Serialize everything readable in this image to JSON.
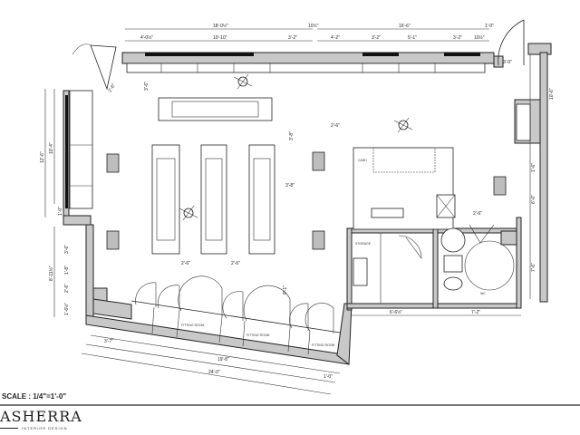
{
  "plan": {
    "scale": "SCALE : 1/4\"=1'-0\"",
    "brand": "ASHERRA",
    "brand_sub": "INTERIOR DESIGN",
    "dims_top": [
      "18'-0½\"",
      "4'-0½\"",
      "10'-10\"",
      "3'-2\"",
      "10½\"",
      "16'-6\"",
      "4'-2\"",
      "3'-2\"",
      "5'-1\"",
      "3'-2\"",
      "10½\"",
      "1'-0\"",
      "3'-0\""
    ],
    "dims_left": [
      "12'-6\"",
      "10'-4\"",
      "1'-0\"",
      "8'-11½\"",
      "3'-6\"",
      "1'-8\"",
      "2'-6\"",
      "1'-6½\""
    ],
    "dims_interior": [
      "3'-6\"",
      "2'-6\"",
      "3'-8\"",
      "2'-6\"",
      "2'-6\"",
      "8'-1\"",
      "3'-8\"",
      "2'-6\""
    ],
    "dims_bottom": [
      "3'-7\"",
      "19'-8\"",
      "24'-0\"",
      "1'-0\"",
      "6'-6½\"",
      "7'-2\""
    ],
    "dims_right": [
      "10'-6\"",
      "1'-6\"",
      "6'-0\"",
      "7'-6\"",
      "2'-6\""
    ],
    "room_labels": [
      "FITTING ROOM",
      "FITTING ROOM",
      "FITTING ROOM",
      "STORAGE",
      "CASH",
      "WC"
    ]
  }
}
